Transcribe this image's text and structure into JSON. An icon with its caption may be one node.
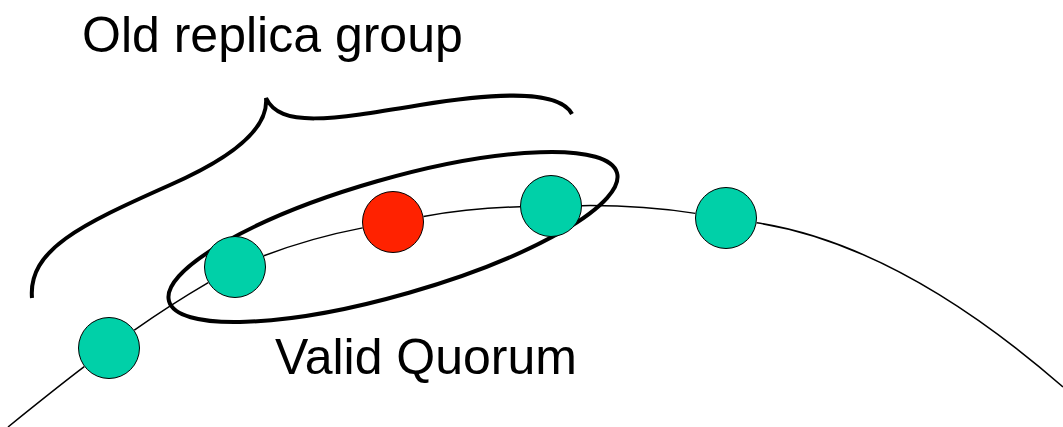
{
  "diagram": {
    "nodes": [
      {
        "text": [],
        "shape": "circle"
      },
      {
        "text": [
          "Valid Quorum"
        ]
      },
      {
        "text": [],
        "shape": "circle",
        "in": 1
      },
      {
        "text": [],
        "shape": "circle",
        "in": 1
      },
      {
        "text": [],
        "shape": "circle",
        "in": 1
      },
      {
        "text": [],
        "shape": "circle"
      }
    ],
    "edges": [
      {
        "from": null,
        "to": 0,
        "arrow": "none"
      },
      {
        "from": 0,
        "to": 2,
        "arrow": "none"
      },
      {
        "from": 2,
        "to": 3,
        "arrow": "none"
      },
      {
        "from": 3,
        "to": 4,
        "arrow": "none"
      },
      {
        "from": 4,
        "to": 5,
        "arrow": "none"
      },
      {
        "from": 5,
        "to": null,
        "arrow": "none"
      }
    ],
    "labels": [
      "Old replica group"
    ]
  }
}
